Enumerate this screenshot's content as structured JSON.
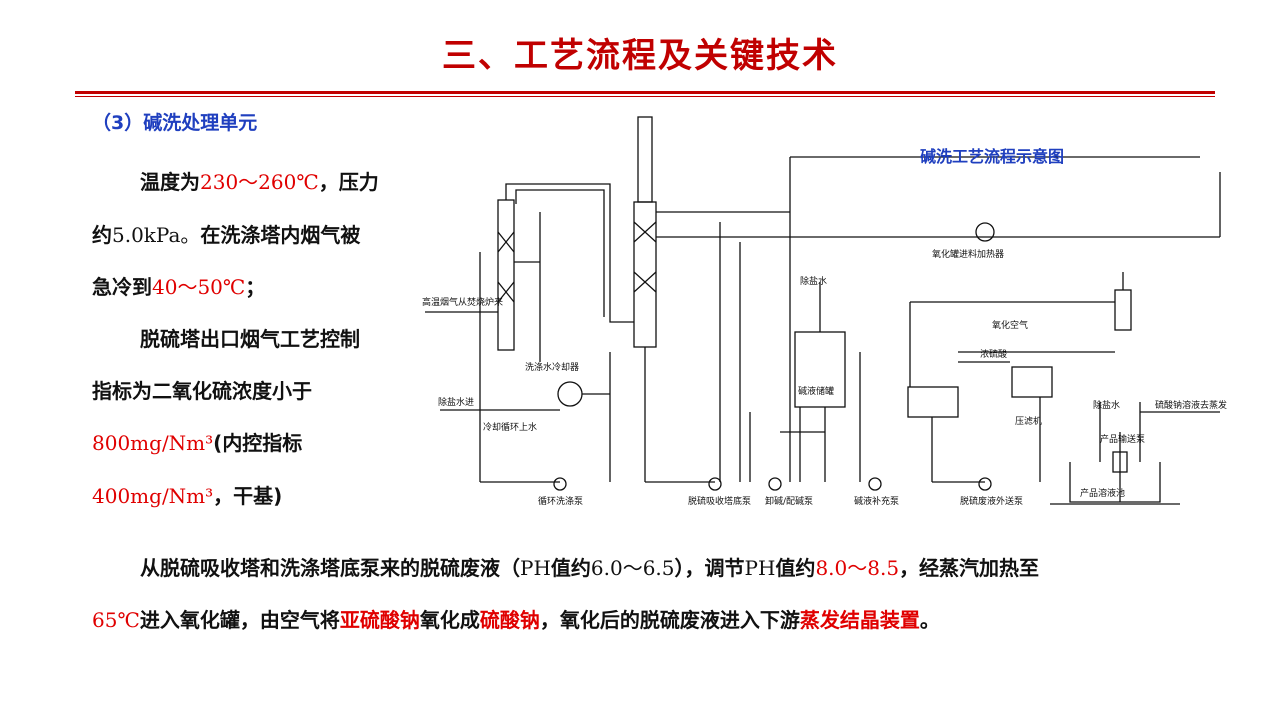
{
  "title": "三、工艺流程及关键技术",
  "section_title": "（3）碱洗处理单元",
  "left_text": {
    "l1_a": "温度为",
    "l1_b": "230～260℃",
    "l1_c": "，压力",
    "l2_a": "约",
    "l2_b": "5.0kPa。",
    "l2_c": "在洗涤塔内烟气被",
    "l3_a": "急冷到",
    "l3_b": "40～50℃",
    "l3_c": "；",
    "l4": "脱硫塔出口烟气工艺控制",
    "l5": "指标为二氧化硫浓度小于",
    "l6_a": "800mg/Nm³",
    "l6_b": "(内控指标",
    "l7_a": "400mg/Nm³",
    "l7_b": "，干基)"
  },
  "bottom_text": {
    "p1_a": "从脱硫吸收塔和洗涤塔底泵来的脱硫废液（",
    "p1_b": "PH",
    "p1_c": "值约",
    "p1_d": "6.0～6.5",
    "p1_e": "），调节",
    "p1_f": "PH",
    "p1_g": "值约",
    "p1_h": "8.0～8.5",
    "p1_i": "，经蒸汽加热至",
    "p2_a": "65℃",
    "p2_b": "进入氧化罐，由空气将",
    "p2_c": "亚硫酸钠",
    "p2_d": "氧化成",
    "p2_e": "硫酸钠",
    "p2_f": "，氧化后的脱硫废液进入下游",
    "p2_g": "蒸发结晶装置",
    "p2_h": "。"
  },
  "diagram": {
    "title": "碱洗工艺流程示意图",
    "labels": {
      "flue_gas": "高温烟气从焚烧炉来",
      "desalted_water_in": "除盐水进",
      "cooling_water": "冷却循环上水",
      "wash_cooler": "洗涤水冷却器",
      "wash_pump": "循环洗涤泵",
      "desalted_water": "除盐水",
      "alkali_tank": "碱液储罐",
      "bottom_pump": "脱硫吸收塔底泵",
      "unload_pump": "卸碱/配碱泵",
      "alkali_pump": "碱液补充泵",
      "oxidation_air": "氧化空气",
      "heater": "氧化罐进料加热器",
      "sulfuric_acid": "浓硫酸",
      "filter_press": "压滤机",
      "desalted_water2": "除盐水",
      "product_pump": "产品输送泵",
      "to_evap": "硫酸钠溶液去蒸发",
      "product_tank": "产品溶液池",
      "waste_pump": "脱硫废液外送泵"
    }
  }
}
